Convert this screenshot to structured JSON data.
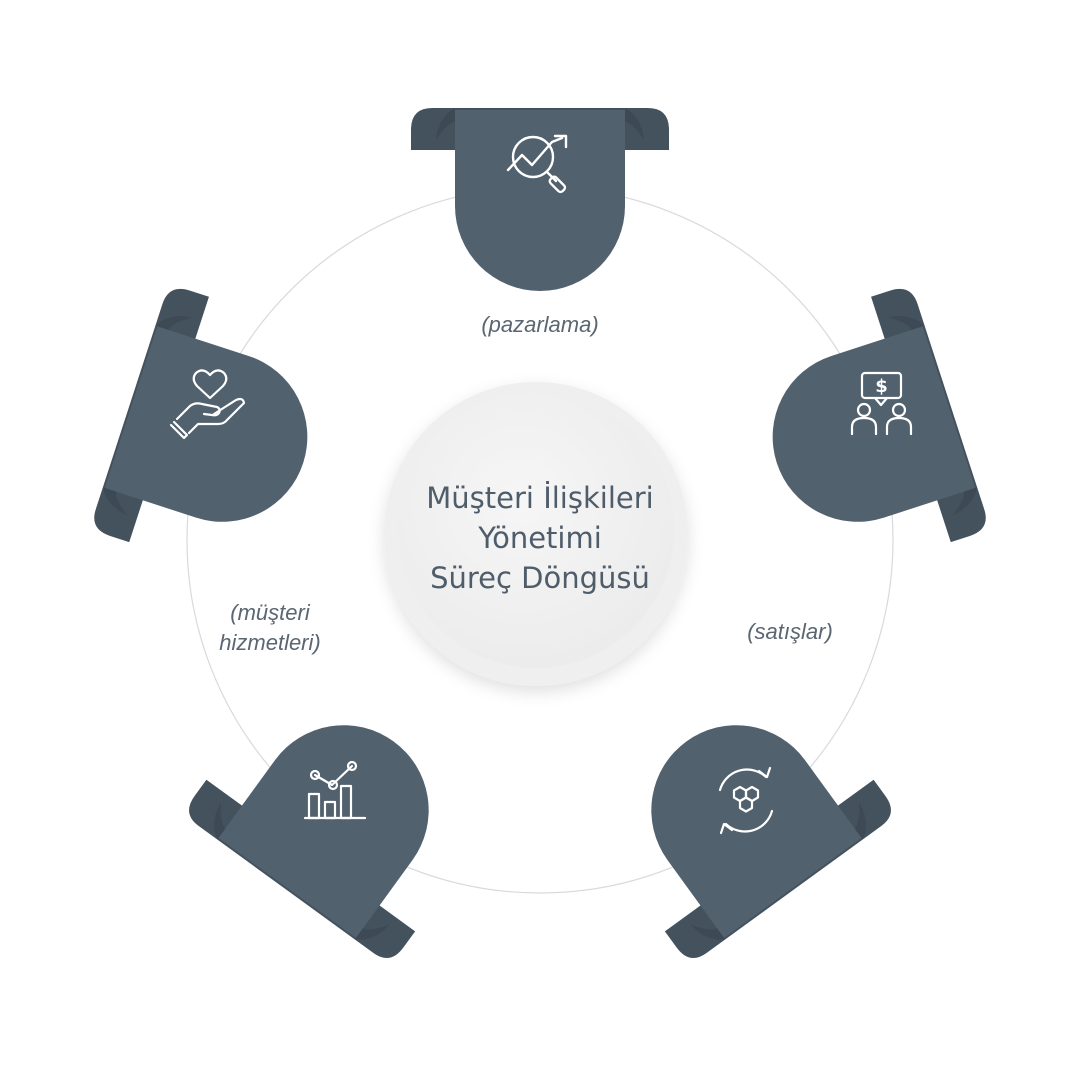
{
  "center": {
    "title_lines": [
      "Müşteri İlişkileri",
      "Yönetimi",
      "Süreç Döngüsü"
    ]
  },
  "stages": [
    {
      "id": "marketing",
      "icon": "analytics-magnifier-icon"
    },
    {
      "id": "sales",
      "icon": "sales-meeting-icon"
    },
    {
      "id": "operations",
      "icon": "hexagon-cycle-icon"
    },
    {
      "id": "analytics",
      "icon": "bar-chart-trend-icon"
    },
    {
      "id": "service",
      "icon": "heart-hand-icon"
    }
  ],
  "labels": {
    "marketing": "(pazarlama)",
    "sales": "(satışlar)",
    "service_line1": "(müşteri",
    "service_line2": "hizmetleri)"
  },
  "colors": {
    "tab": "#52616e",
    "tab_dark": "#44525e",
    "ring": "#d6d6d6",
    "center_bg": "#f2f2f2",
    "text": "#4f5d6b",
    "icon": "#ffffff"
  }
}
